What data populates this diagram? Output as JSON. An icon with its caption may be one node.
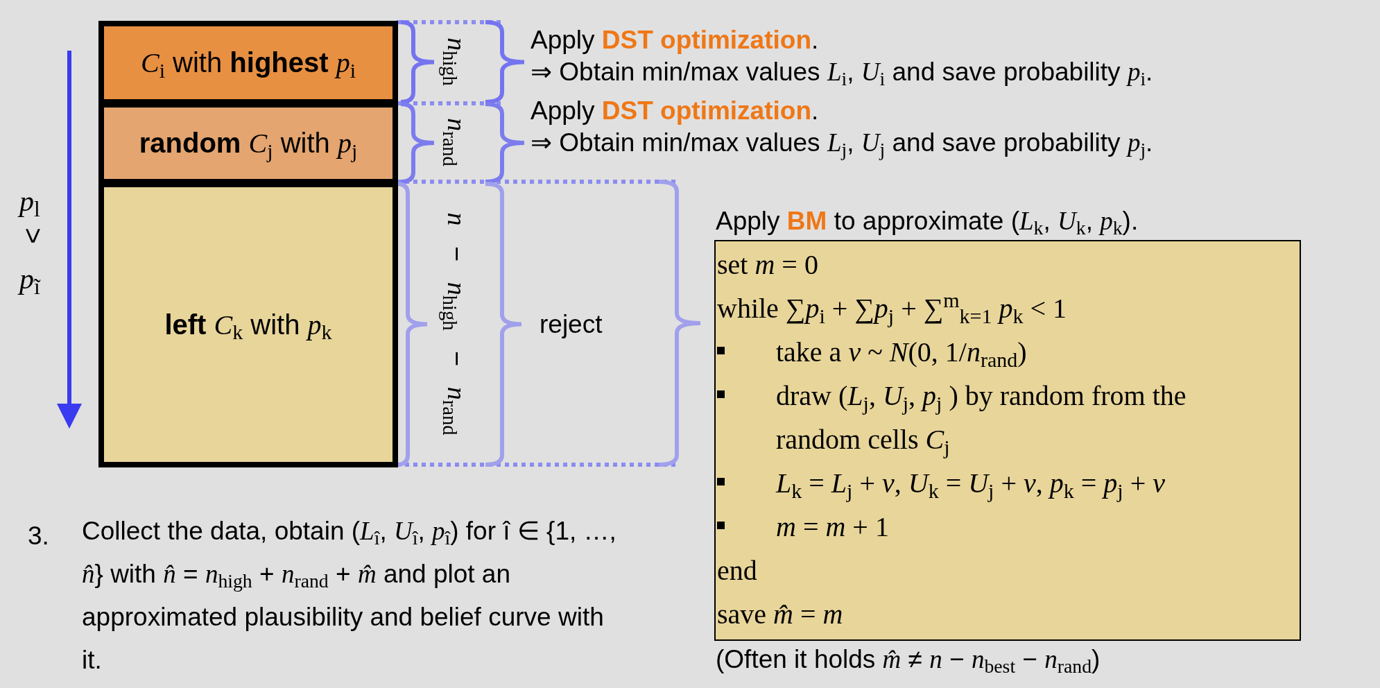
{
  "diagram": {
    "nodes": [
      {
        "text": [
          "*C*$_{i}$ with **highest** *p*$_{i}$"
        ]
      },
      {
        "text": [
          "**random** *C*$_{j}$ with *p*$_{j}$"
        ]
      },
      {
        "text": [
          "**left** *C*$_{k}$ with *p*$_{k}$"
        ]
      },
      {
        "text": [
          "Apply **BM** to approximate (*L*$_{k}$, *U*$_{k}$, *p*$_{k}$).",
          "set *m* = 0",
          "while ∑*p*$_{i}$ + ∑*p*$_{j}$ + ∑$^{m}$$_{k=1}$ *p*$_{k}$ < 1",
          "take a *v* ~ *N*(0, 1/*n*$_{rand}$)",
          "draw (*L*$_{j}$, *U*$_{j}$, *p*$_{j}$ ) by random from the random cells *C*$_{j}$",
          "*L*$_{k}$ = *L*$_{j}$ + *v*, *U*$_{k}$ = *U*$_{j}$ + *v*, *p*$_{k}$ = *p*$_{j}$ + *v*",
          "*m* = *m* + 1",
          "end",
          "save *m̂* = *m*"
        ],
        "beside": [
          "(Often it holds *m̂* ≠ *n* − *n*$_{best}$ − *n*$_{rand}$)"
        ]
      }
    ],
    "labels": [
      "Apply **DST optimization**.",
      "⇒ Obtain min/max values *L*$_{i}$, *U*$_{i}$ and save probability *p*$_{i}$.",
      "Apply **DST optimization**.",
      "⇒ Obtain min/max values *L*$_{j}$, *U*$_{j}$ and save probability *p*$_{j}$.",
      "*p*$_{l}$",
      ">",
      "*p*$_{ĩ}$",
      "*n*$_{high}$",
      "*n*$_{rand}$",
      "*n* − *n*$_{high}$ − *n*$_{rand}$",
      "reject",
      "3.",
      "Collect the data, obtain (*L*$_{î}$, *U*$_{î}$, *p*$_{î}$) for î ∈ {1, …, *n̂*} with *n̂* = *n*$_{high}$ + *n*$_{rand}$ + *m̂* and plot an approximated plausibility and belief curve with it."
    ]
  }
}
